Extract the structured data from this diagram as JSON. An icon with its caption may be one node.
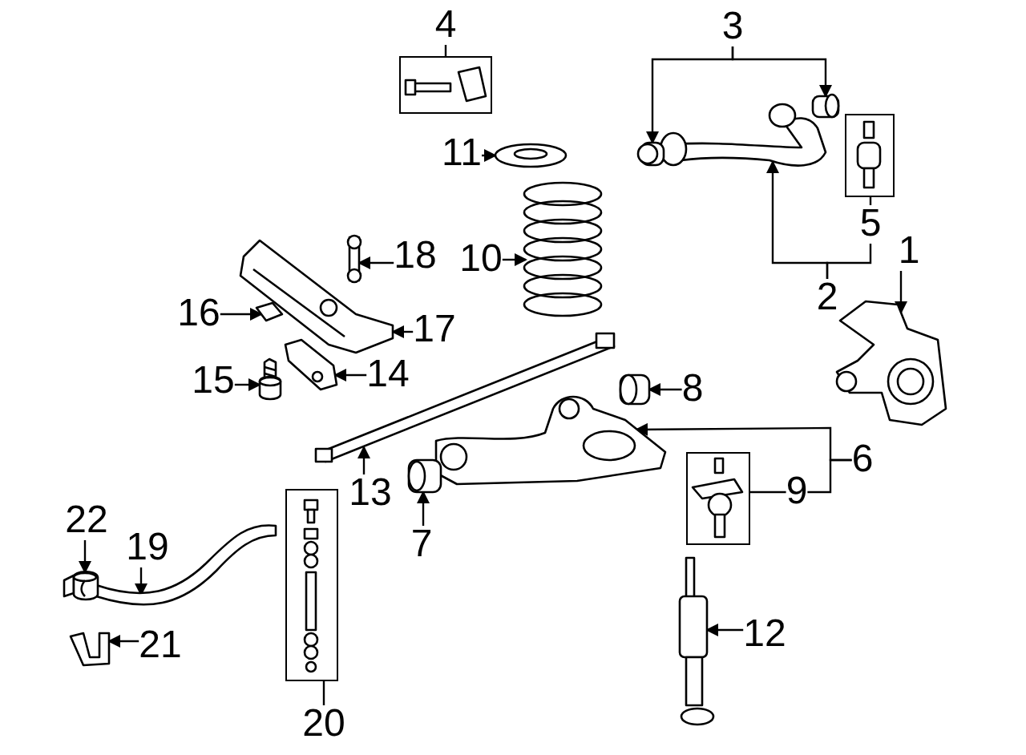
{
  "diagram": {
    "nodes": [
      {
        "text": [
          "1"
        ]
      },
      {
        "text": [
          "2"
        ]
      },
      {
        "text": [
          "3"
        ]
      },
      {
        "text": [
          "4"
        ]
      },
      {
        "text": [],
        "shape": "box"
      },
      {
        "text": [
          "5"
        ]
      },
      {
        "text": [],
        "shape": "box"
      },
      {
        "text": [
          "6"
        ]
      },
      {
        "text": [
          "7"
        ]
      },
      {
        "text": [
          "8"
        ]
      },
      {
        "text": [
          "9"
        ]
      },
      {
        "text": [],
        "shape": "box"
      },
      {
        "text": [
          "10"
        ]
      },
      {
        "text": [
          "11"
        ]
      },
      {
        "text": [
          "12"
        ]
      },
      {
        "text": [
          "13"
        ]
      },
      {
        "text": [
          "14"
        ]
      },
      {
        "text": [
          "15"
        ]
      },
      {
        "text": [
          "16"
        ]
      },
      {
        "text": [
          "17"
        ]
      },
      {
        "text": [
          "18"
        ]
      },
      {
        "text": [
          "19"
        ]
      },
      {
        "text": [
          "20"
        ]
      },
      {
        "text": [],
        "shape": "box"
      },
      {
        "text": [
          "21"
        ]
      },
      {
        "text": [
          "22"
        ]
      },
      {
        "text": [],
        "shape": "picture"
      },
      {
        "text": [],
        "shape": "picture"
      },
      {
        "text": [],
        "shape": "picture"
      },
      {
        "text": [],
        "shape": "picture"
      },
      {
        "text": [],
        "shape": "picture",
        "in": 4
      },
      {
        "text": [],
        "shape": "picture",
        "in": 6
      },
      {
        "text": [],
        "shape": "picture"
      },
      {
        "text": [],
        "shape": "picture"
      },
      {
        "text": [],
        "shape": "picture"
      },
      {
        "text": [],
        "shape": "picture",
        "in": 11
      },
      {
        "text": [],
        "shape": "picture"
      },
      {
        "text": [],
        "shape": "picture"
      },
      {
        "text": [],
        "shape": "picture"
      },
      {
        "text": [],
        "shape": "picture"
      },
      {
        "text": [],
        "shape": "picture"
      },
      {
        "text": [],
        "shape": "picture"
      },
      {
        "text": [],
        "shape": "picture"
      },
      {
        "text": [],
        "shape": "picture"
      },
      {
        "text": [],
        "shape": "picture"
      },
      {
        "text": [],
        "shape": "picture"
      },
      {
        "text": [],
        "shape": "picture",
        "in": 23
      },
      {
        "text": [],
        "shape": "picture"
      },
      {
        "text": [],
        "shape": "picture"
      }
    ],
    "edges": [
      {
        "from": 0,
        "to": 26,
        "arrow": "to"
      },
      {
        "from": 1,
        "to": 27,
        "arrow": "to"
      },
      {
        "from": 1,
        "to": 5,
        "arrow": "none"
      },
      {
        "from": 2,
        "to": 28,
        "arrow": "to"
      },
      {
        "from": 2,
        "to": 29,
        "arrow": "to"
      },
      {
        "from": 3,
        "to": 4,
        "arrow": "none"
      },
      {
        "from": 5,
        "to": 6,
        "arrow": "none"
      },
      {
        "from": 7,
        "to": 32,
        "arrow": "to"
      },
      {
        "from": 7,
        "to": 10,
        "arrow": "none"
      },
      {
        "from": 8,
        "to": 33,
        "arrow": "to"
      },
      {
        "from": 9,
        "to": 34,
        "arrow": "to"
      },
      {
        "from": 10,
        "to": 11,
        "arrow": "none"
      },
      {
        "from": 12,
        "to": 36,
        "arrow": "to"
      },
      {
        "from": 13,
        "to": 37,
        "arrow": "to"
      },
      {
        "from": 14,
        "to": 38,
        "arrow": "to"
      },
      {
        "from": 15,
        "to": 39,
        "arrow": "to"
      },
      {
        "from": 16,
        "to": 40,
        "arrow": "to"
      },
      {
        "from": 17,
        "to": 41,
        "arrow": "to"
      },
      {
        "from": 18,
        "to": 42,
        "arrow": "to"
      },
      {
        "from": 19,
        "to": 43,
        "arrow": "to"
      },
      {
        "from": 20,
        "to": 44,
        "arrow": "to"
      },
      {
        "from": 21,
        "to": 45,
        "arrow": "to"
      },
      {
        "from": 22,
        "to": 23,
        "arrow": "none"
      },
      {
        "from": 24,
        "to": 47,
        "arrow": "to"
      },
      {
        "from": 25,
        "to": 48,
        "arrow": "to"
      }
    ]
  }
}
